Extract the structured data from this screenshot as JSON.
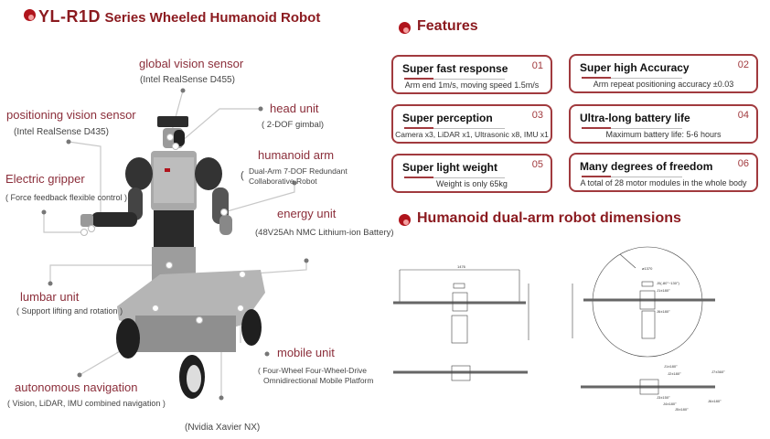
{
  "title": {
    "model": "YL-R1D",
    "rest": "Series Wheeled Humanoid Robot"
  },
  "features_heading": "Features",
  "features": [
    {
      "title": "Super fast response",
      "num": "01",
      "desc": "Arm end 1m/s, moving speed 1.5m/s"
    },
    {
      "title": "Super high Accuracy",
      "num": "02",
      "desc": "Arm repeat positioning accuracy ±0.03"
    },
    {
      "title": "Super perception",
      "num": "03",
      "desc": "Camera x3, LiDAR x1, Ultrasonic x8, IMU x1"
    },
    {
      "title": "Ultra-long battery life",
      "num": "04",
      "desc": "Maximum battery life: 5-6 hours"
    },
    {
      "title": "Super light weight",
      "num": "05",
      "desc": "Weight is only 65kg"
    },
    {
      "title": "Many degrees of freedom",
      "num": "06",
      "desc": "A total of 28 motor modules in the whole body"
    }
  ],
  "dimensions_heading": "Humanoid dual-arm robot dimensions",
  "dimension_labels": {
    "width": "1476",
    "reach_circle": "ø1370",
    "j0": "J0(-80°~130°)",
    "j1": "J1±180°",
    "j6": "J6±180°",
    "j7": "J7±360°",
    "j2": "J2±180°",
    "j3": "J3±150°",
    "j4": "J4±180°",
    "j5": "J5±180°"
  },
  "components": [
    {
      "name": "global vision sensor",
      "detail": "(Intel RealSense D455)"
    },
    {
      "name": "head unit",
      "detail": "( 2-DOF gimbal)"
    },
    {
      "name": "positioning vision sensor",
      "detail": "(Intel RealSense D435)"
    },
    {
      "name": "humanoid arm",
      "detail": "Dual-Arm 7-DOF Redundant",
      "detail2": "Collaborative Robot"
    },
    {
      "name": "Electric gripper",
      "detail": "( Force feedback flexible control )"
    },
    {
      "name": "energy unit",
      "detail": "(48V25Ah NMC Lithium-ion Battery)"
    },
    {
      "name": "lumbar unit",
      "detail": "( Support lifting and rotation )"
    },
    {
      "name": "mobile unit",
      "detail": "( Four-Wheel Four-Wheel-Drive",
      "detail2": "Omnidirectional Mobile Platform"
    },
    {
      "name": "autonomous navigation",
      "detail": "( Vision, LiDAR, IMU combined navigation )"
    },
    {
      "name": "",
      "detail": "(Nvidia Xavier NX)"
    }
  ],
  "colors": {
    "accent": "#8b1a1f",
    "card_border": "#a13a3e"
  }
}
